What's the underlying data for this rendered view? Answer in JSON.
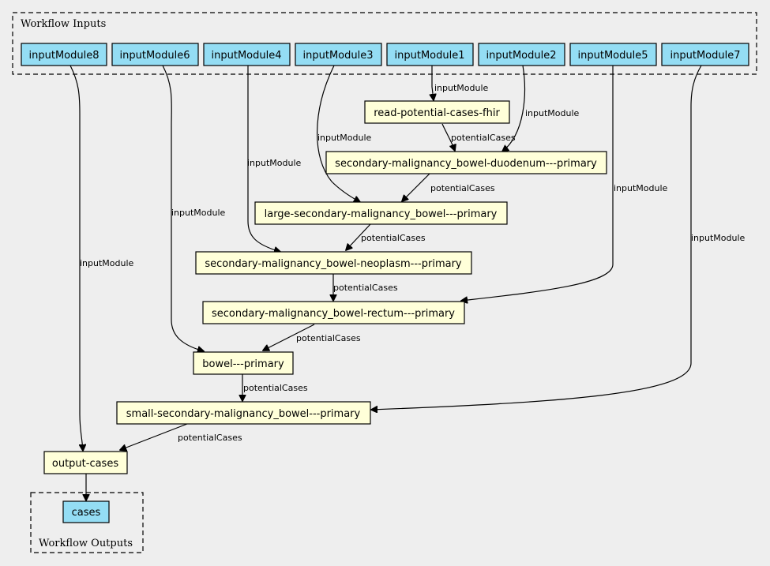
{
  "colors": {
    "background": "#eeeeee",
    "input_fill": "#94ddf4",
    "step_fill": "#ffffd9",
    "stroke": "#000000"
  },
  "clusters": {
    "inputs": {
      "title": "Workflow Inputs"
    },
    "outputs": {
      "title": "Workflow Outputs"
    }
  },
  "nodes": {
    "inputModule8": "inputModule8",
    "inputModule6": "inputModule6",
    "inputModule4": "inputModule4",
    "inputModule3": "inputModule3",
    "inputModule1": "inputModule1",
    "inputModule2": "inputModule2",
    "inputModule5": "inputModule5",
    "inputModule7": "inputModule7",
    "read_fhir": "read-potential-cases-fhir",
    "duodenum": "secondary-malignancy_bowel-duodenum---primary",
    "large": "large-secondary-malignancy_bowel---primary",
    "neoplasm": "secondary-malignancy_bowel-neoplasm---primary",
    "rectum": "secondary-malignancy_bowel-rectum---primary",
    "bowel": "bowel---primary",
    "small": "small-secondary-malignancy_bowel---primary",
    "output_cases": "output-cases",
    "cases": "cases"
  },
  "edge_labels": {
    "in1_read": "inputModule",
    "in2_duodenum": "inputModule",
    "read_duodenum": "potentialCases",
    "in3_large": "inputModule",
    "duodenum_large": "potentialCases",
    "in4_neoplasm": "inputModule",
    "large_neoplasm": "potentialCases",
    "in5_rectum": "inputModule",
    "neoplasm_rectum": "potentialCases",
    "in6_bowel": "inputModule",
    "rectum_bowel": "potentialCases",
    "in7_small": "inputModule",
    "bowel_small": "potentialCases",
    "in8_output": "inputModule",
    "small_output": "potentialCases"
  }
}
